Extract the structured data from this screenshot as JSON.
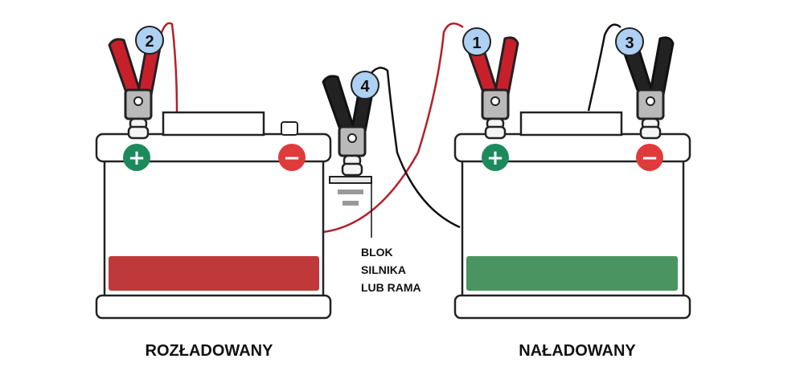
{
  "batteries": {
    "discharged": {
      "label": "ROZŁADOWANY",
      "positive_symbol": "+",
      "negative_symbol": "−",
      "stripe_color": "#c0393a"
    },
    "charged": {
      "label": "NAŁADOWANY",
      "positive_symbol": "+",
      "negative_symbol": "−",
      "stripe_color": "#4a9461"
    }
  },
  "ground": {
    "line1": "BLOK",
    "line2": "SILNIKA",
    "line3": "LUB RAMA"
  },
  "steps": {
    "step1": "1",
    "step2": "2",
    "step3": "3",
    "step4": "4"
  },
  "colors": {
    "positive_terminal": "#1d8a5e",
    "negative_terminal": "#e03a3c",
    "red_clamp": "#c8202a",
    "black_clamp": "#222222",
    "red_cable": "#b3202a",
    "black_cable": "#111111",
    "badge_fill": "#aed0f3"
  }
}
